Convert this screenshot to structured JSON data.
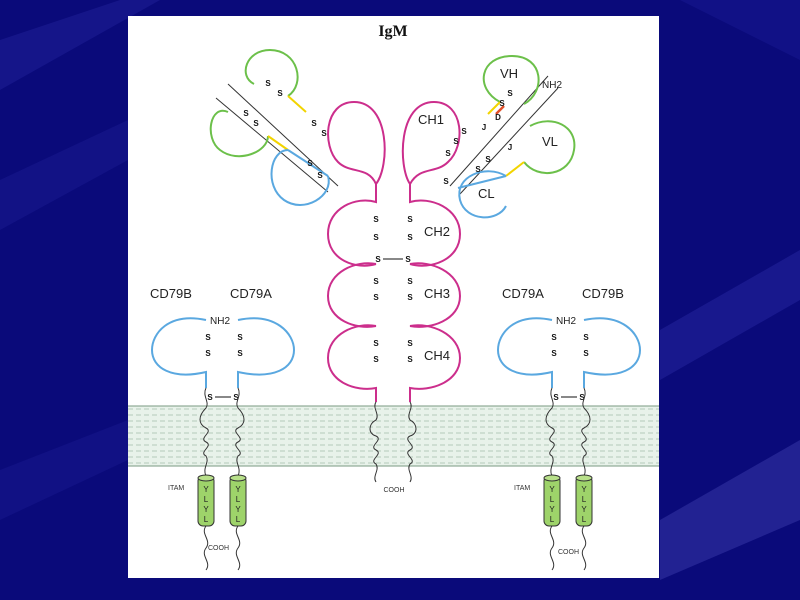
{
  "title": "IgM",
  "labels": {
    "vh": "VH",
    "vl": "VL",
    "cl": "CL",
    "ch1": "CH1",
    "ch2": "CH2",
    "ch3": "CH3",
    "ch4": "CH4",
    "nh2": "NH2",
    "cooh": "COOH",
    "itam": "ITAM",
    "d": "D",
    "j": "J",
    "disulfide": "S",
    "cd79a": "CD79A",
    "cd79b": "CD79B",
    "itam_residues": [
      "Y",
      "L",
      "Y",
      "L"
    ]
  },
  "colors": {
    "background": "#0a0a7a",
    "heavy_chain": "#cc2e8c",
    "variable": "#6cc04a",
    "light_constant": "#5aa8e0",
    "joining": "#f2d400",
    "d_segment": "#e0502a",
    "itam_fill": "#9ed36a",
    "membrane": "#e6f0e8"
  }
}
